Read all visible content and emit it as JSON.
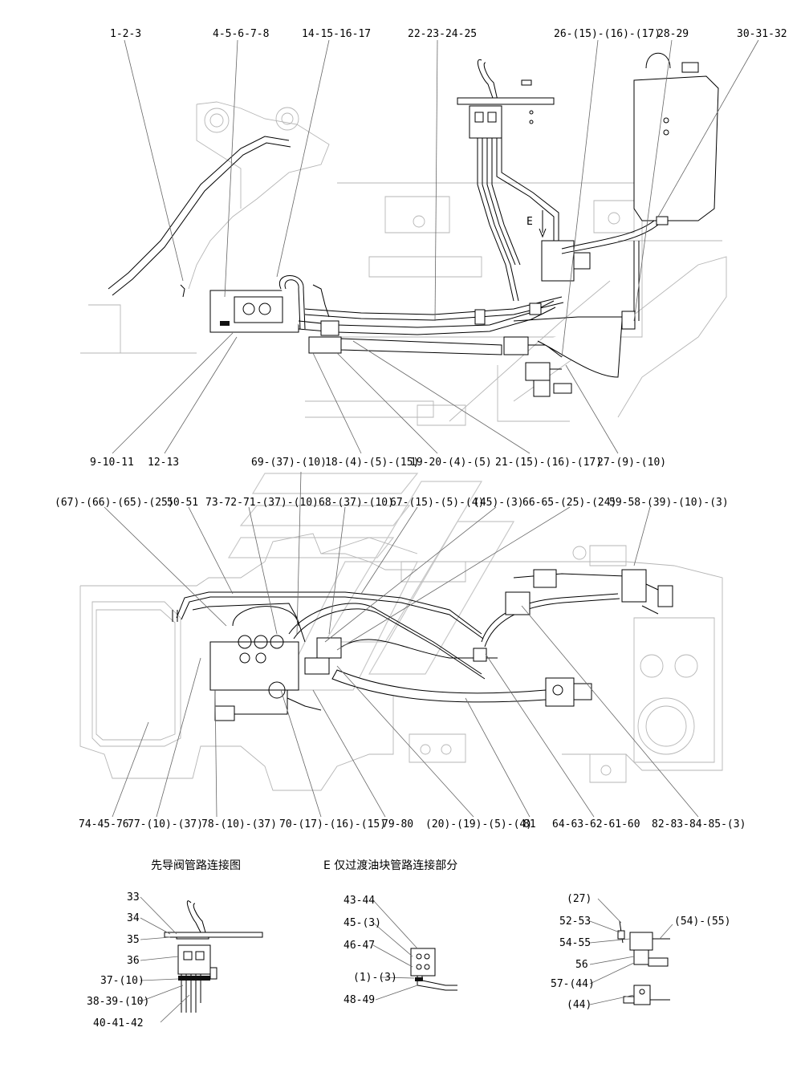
{
  "top_view": {
    "labels": [
      "1-2-3",
      "4-5-6-7-8",
      "14-15-16-17",
      "22-23-24-25",
      "26-(15)-(16)-(17)",
      "28-29",
      "30-31-32",
      "9-10-11",
      "12-13",
      "18-(4)-(5)-(15)",
      "19-20-(4)-(5)",
      "21-(15)-(16)-(17)",
      "27-(9)-(10)"
    ],
    "view_marker": "E"
  },
  "bottom_view": {
    "labels": [
      "69-(37)-(10)",
      "(67)-(66)-(65)-(25)",
      "50-51",
      "73-72-71-(37)-(10)",
      "68-(37)-(10)",
      "67-(15)-(5)-(4)",
      "(45)-(3)",
      "66-65-(25)-(24)",
      "59-58-(39)-(10)-(3)",
      "74-45-76",
      "77-(10)-(37)",
      "78-(10)-(37)",
      "70-(17)-(16)-(15)",
      "79-80",
      "(20)-(19)-(5)-(4)",
      "81",
      "64-63-62-61-60",
      "82-83-84-85-(3)"
    ]
  },
  "detail_pilot": {
    "title": "先导阀管路连接图",
    "labels": [
      "33",
      "34",
      "35",
      "36",
      "37-(10)",
      "38-39-(10)",
      "40-41-42"
    ]
  },
  "detail_e": {
    "title": "E 仅过渡油块管路连接部分",
    "labels": [
      "43-44",
      "45-(3)",
      "46-47",
      "(1)-(3)",
      "48-49"
    ]
  },
  "detail_right": {
    "labels": [
      "(27)",
      "52-53",
      "54-55",
      "(54)-(55)",
      "56",
      "57-(44)",
      "(44)"
    ]
  }
}
